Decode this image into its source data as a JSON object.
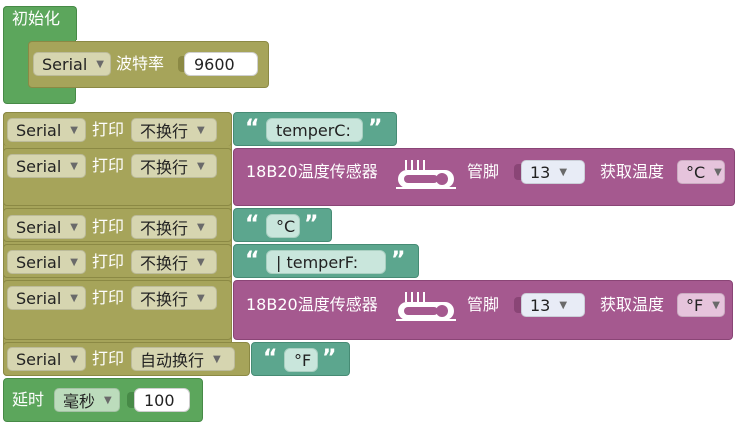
{
  "setup": {
    "title": "初始化"
  },
  "serial_begin": {
    "port": "Serial",
    "label": "波特率",
    "value": "9600"
  },
  "rows": [
    {
      "port": "Serial",
      "print": "打印",
      "mode": "不换行",
      "text": "temperC:"
    },
    {
      "port": "Serial",
      "print": "打印",
      "mode": "不换行",
      "sensor": {
        "name": "18B20温度传感器",
        "pin_label": "管脚",
        "pin": "13",
        "get_label": "获取温度",
        "unit": "°C"
      }
    },
    {
      "port": "Serial",
      "print": "打印",
      "mode": "不换行",
      "text": "°C"
    },
    {
      "port": "Serial",
      "print": "打印",
      "mode": "不换行",
      "text": "| temperF:"
    },
    {
      "port": "Serial",
      "print": "打印",
      "mode": "不换行",
      "sensor": {
        "name": "18B20温度传感器",
        "pin_label": "管脚",
        "pin": "13",
        "get_label": "获取温度",
        "unit": "°F"
      }
    },
    {
      "port": "Serial",
      "print": "打印",
      "mode": "自动换行",
      "text": "°F"
    }
  ],
  "delay": {
    "label": "延时",
    "unit": "毫秒",
    "value": "100"
  },
  "colors": {
    "control": "#5ca65c",
    "serial": "#a6a45a",
    "text": "#5ca68e",
    "sensor": "#a5598f"
  },
  "icons": {
    "dropdown": "triangle-down",
    "thermometer": "thermometer-icon"
  }
}
